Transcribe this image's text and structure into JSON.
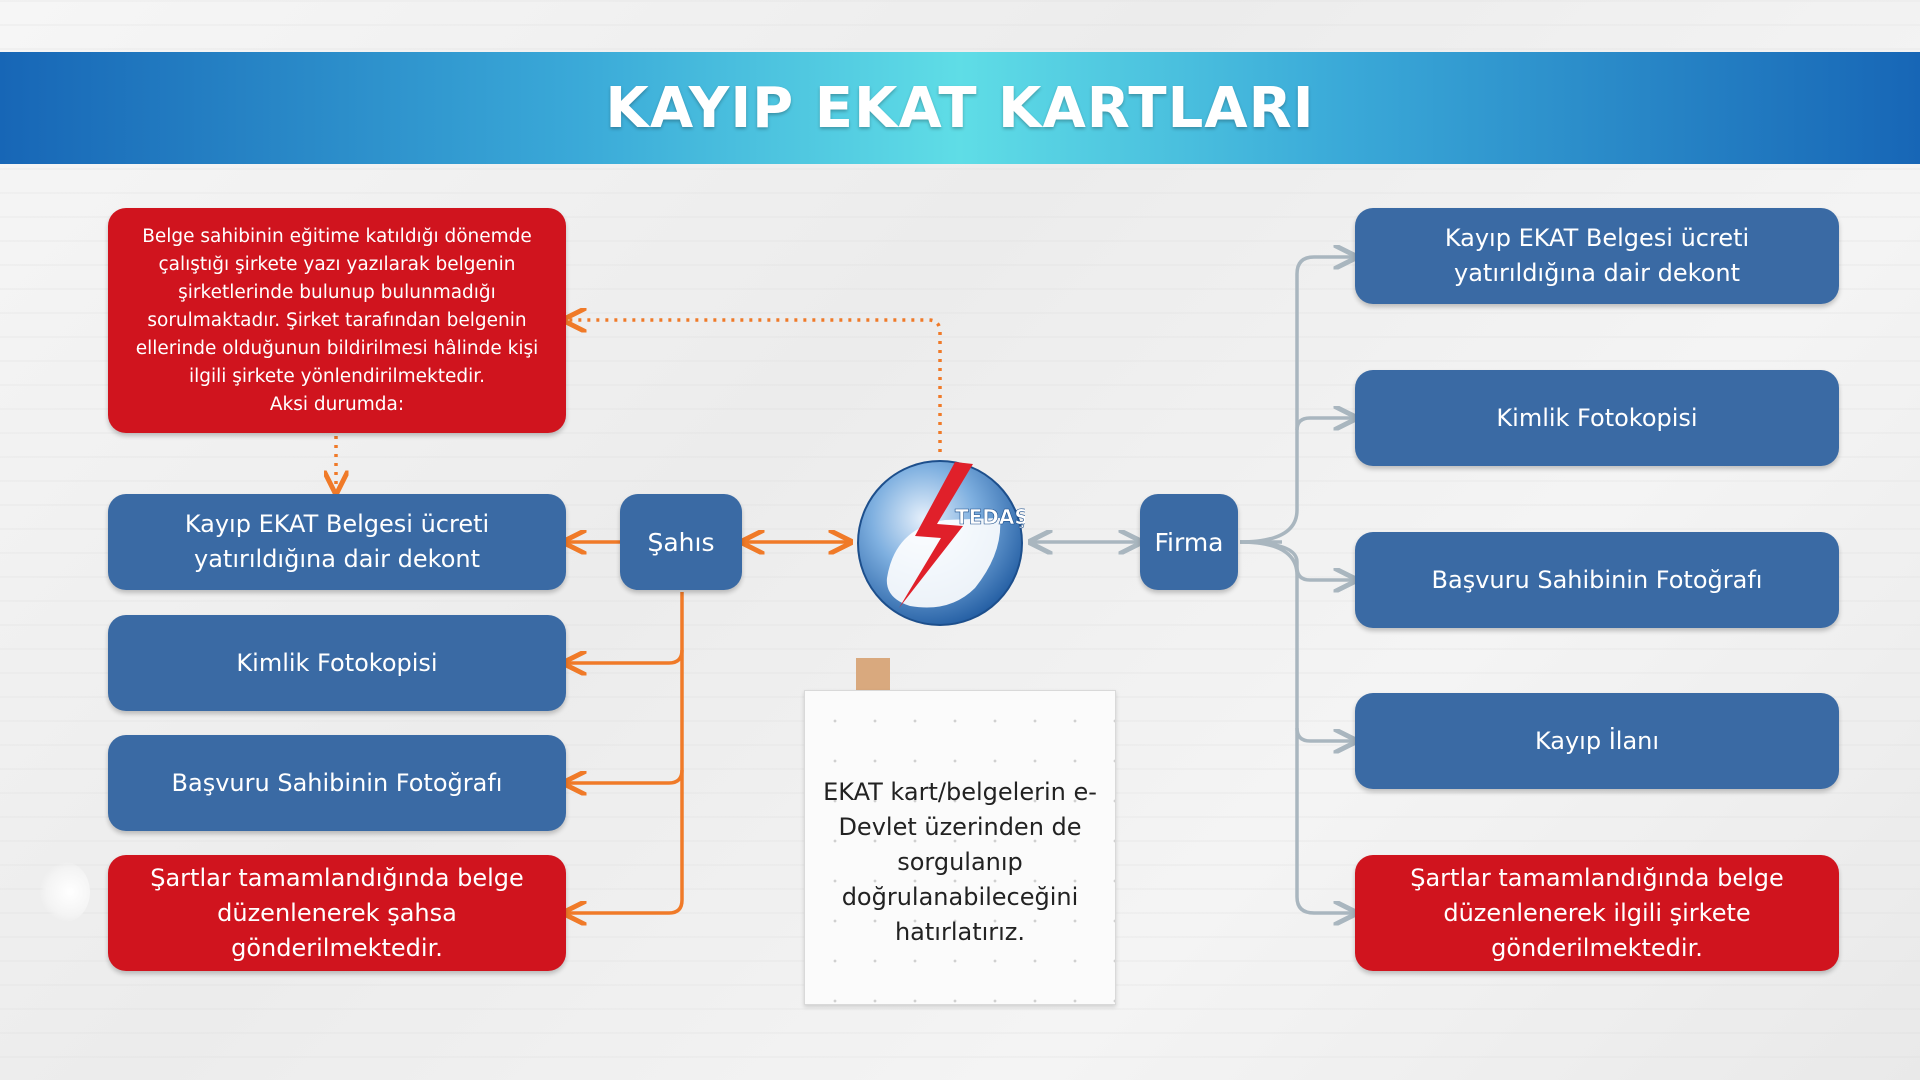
{
  "title": "KAYIP EKAT KARTLARI",
  "logo": {
    "icon": "tedas-logo-icon",
    "text": "TEDAŞ",
    "colors": {
      "bolt": "#e0202a",
      "circle": "#2d6db8"
    }
  },
  "center_note": "EKAT kart/belgelerin e-Devlet üzerinden de sorgulanıp doğrulanabileceğini hatırlatırız.",
  "sahis": {
    "label": "Şahıs",
    "info_box": "Belge sahibinin eğitime katıldığı dönemde\nçalıştığı şirkete yazı yazılarak belgenin\nşirketlerinde bulunup bulunmadığı\nsorulmaktadır. Şirket tarafından belgenin\nellerinde olduğunun bildirilmesi hâlinde kişi\nilgili şirkete yönlendirilmektedir.\nAksi durumda:",
    "items": [
      "Kayıp EKAT Belgesi ücreti yatırıldığına dair dekont",
      "Kimlik Fotokopisi",
      "Başvuru Sahibinin Fotoğrafı"
    ],
    "result": "Şartlar tamamlandığında belge düzenlenerek şahsa gönderilmektedir."
  },
  "firma": {
    "label": "Firma",
    "items": [
      "Kayıp EKAT Belgesi ücreti yatırıldığına dair dekont",
      "Kimlik Fotokopisi",
      "Başvuru Sahibinin Fotoğrafı",
      "Kayıp İlanı"
    ],
    "result": "Şartlar tamamlandığında belge düzenlenerek ilgili şirkete gönderilmektedir."
  },
  "colors": {
    "blue_box": "#3a6aa4",
    "red_box": "#d0141e",
    "orange_line": "#f07a28",
    "gray_line": "#a9b6bf"
  }
}
